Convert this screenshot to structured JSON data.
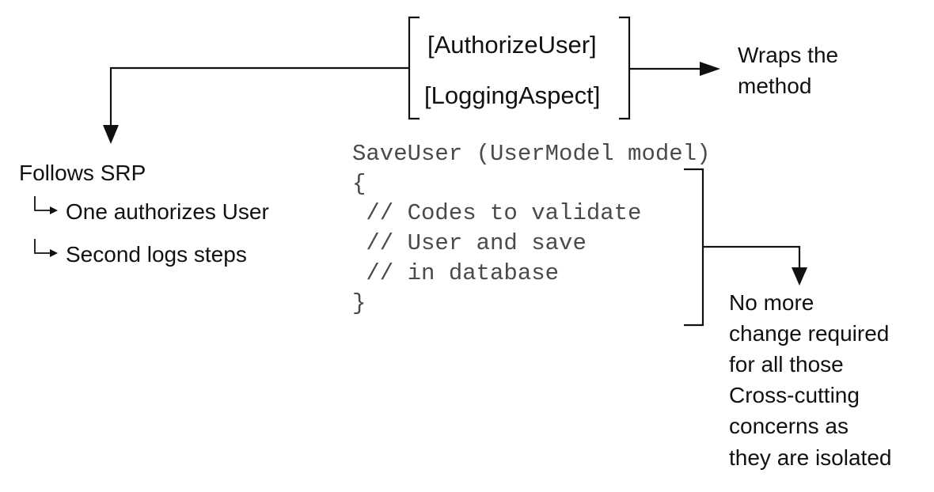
{
  "attributes": {
    "first": "[AuthorizeUser]",
    "second": "[LoggingAspect]"
  },
  "wraps_note": {
    "line1": "Wraps the",
    "line2": "method"
  },
  "srp": {
    "title": "Follows SRP",
    "item1": "One authorizes User",
    "item2": "Second logs steps"
  },
  "code": {
    "line1": "SaveUser (UserModel model)",
    "line2": "{",
    "line3": " // Codes to validate",
    "line4": " // User and save",
    "line5": " // in database",
    "line6": "}"
  },
  "isolation_note": {
    "line1": "No more",
    "line2": "change required",
    "line3": "for all those",
    "line4": "Cross-cutting",
    "line5": "concerns as",
    "line6": "they are isolated"
  }
}
